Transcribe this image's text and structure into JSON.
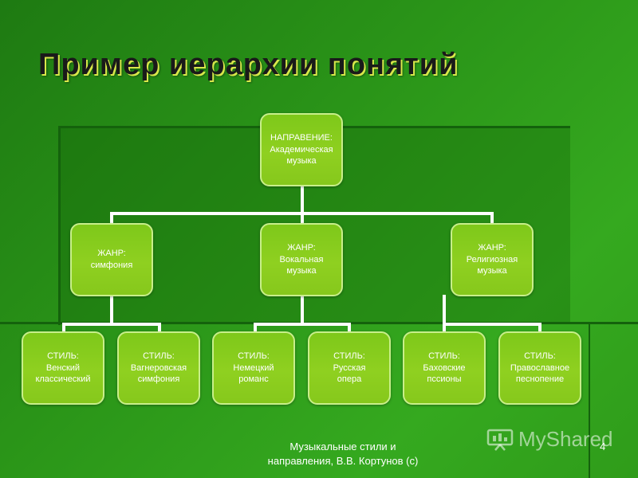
{
  "slide": {
    "title": "Пример иерархии понятий",
    "footer_line1": "Музыкальные стили и",
    "footer_line2": "направления, В.В. Кортунов (с)",
    "page_number": "4",
    "watermark": "MyShared"
  },
  "hierarchy": {
    "root": {
      "line1": "НАПРАВЕНИЕ:",
      "line2": "Академическая",
      "line3": "музыка"
    },
    "genres": [
      {
        "line1": "ЖАНР:",
        "line2": "симфония",
        "line3": ""
      },
      {
        "line1": "ЖАНР:",
        "line2": "Вокальная",
        "line3": "музыка"
      },
      {
        "line1": "ЖАНР:",
        "line2": "Религиозная",
        "line3": "музыка"
      }
    ],
    "styles": [
      {
        "line1": "СТИЛЬ:",
        "line2": "Венский",
        "line3": "классический"
      },
      {
        "line1": "СТИЛЬ:",
        "line2": "Вагнеровская",
        "line3": "симфония"
      },
      {
        "line1": "СТИЛЬ:",
        "line2": "Немецкий",
        "line3": "романс"
      },
      {
        "line1": "СТИЛЬ:",
        "line2": "Русская",
        "line3": "опера"
      },
      {
        "line1": "СТИЛЬ:",
        "line2": "Баховские",
        "line3": "пссионы"
      },
      {
        "line1": "СТИЛЬ:",
        "line2": "Православное",
        "line3": "песнопение"
      }
    ]
  },
  "colors": {
    "background": "#2a9418",
    "node_fill": "#8fd020",
    "node_border": "#c8ef8a",
    "connector": "#ffffff"
  }
}
